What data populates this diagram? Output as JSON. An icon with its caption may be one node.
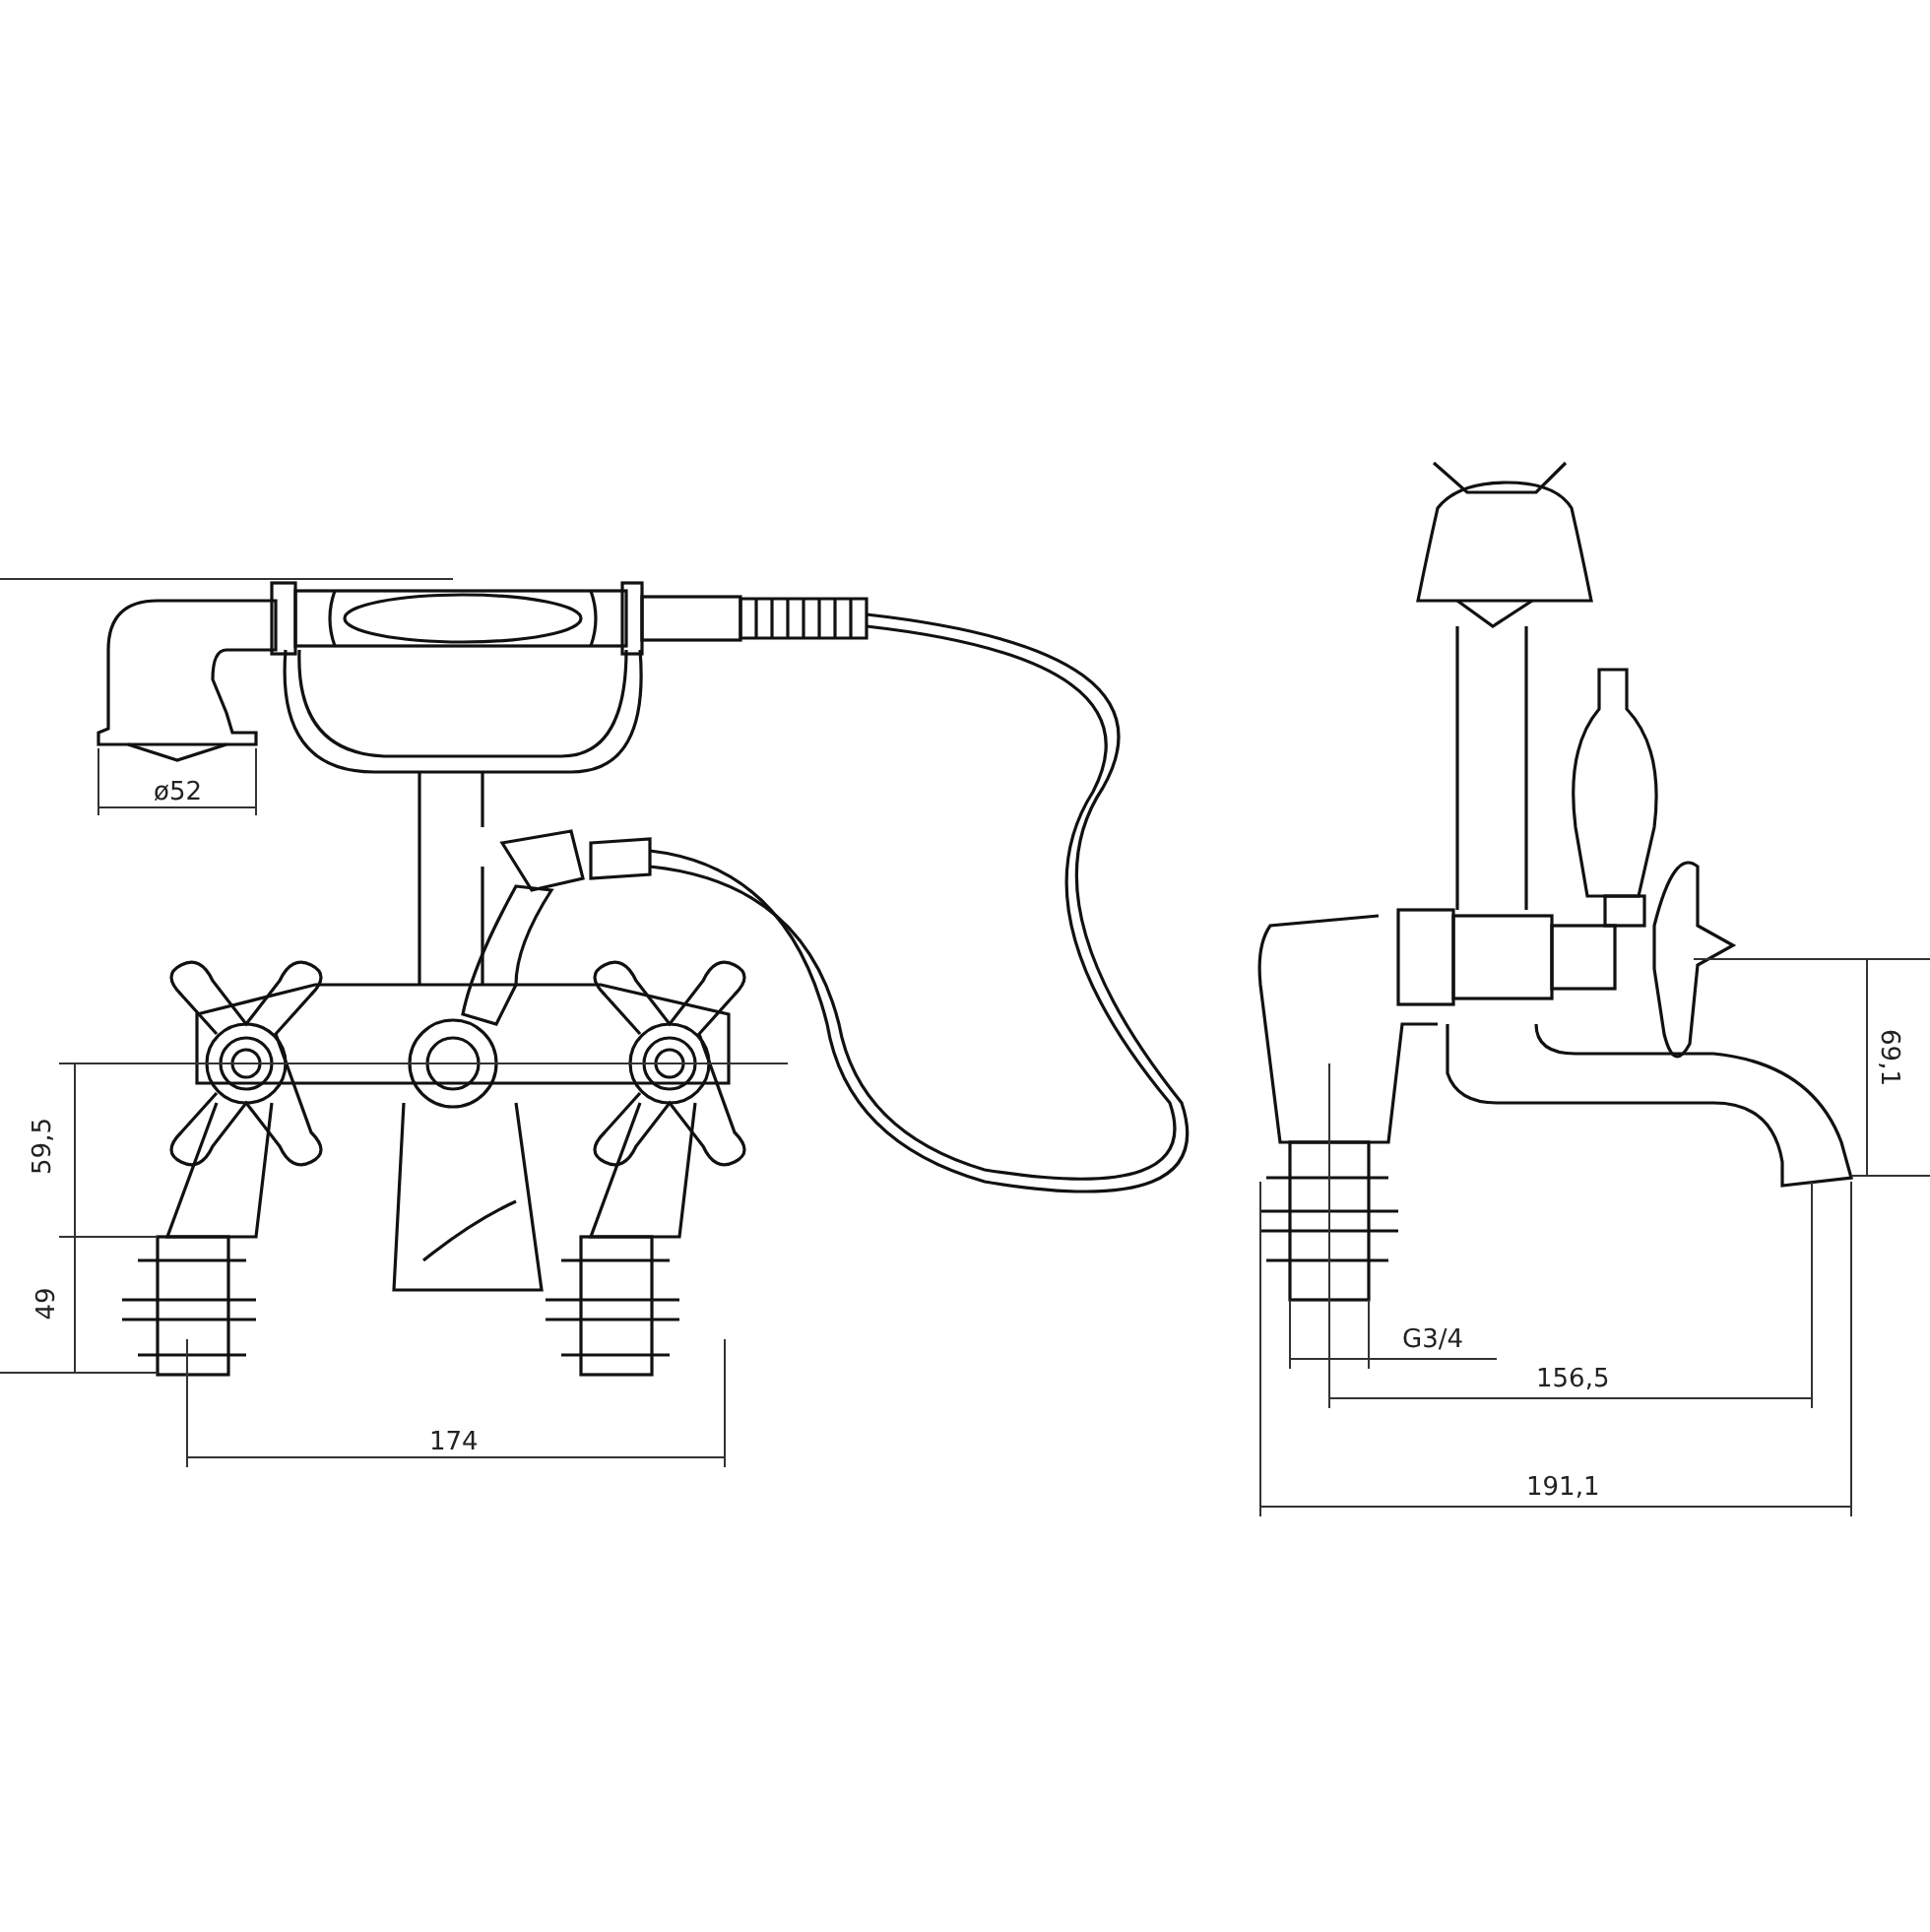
{
  "diagram": {
    "labels": [
      "ø52",
      "69,1",
      "59,5",
      "49",
      "G3/4",
      "156,5",
      "174",
      "191,1"
    ]
  }
}
